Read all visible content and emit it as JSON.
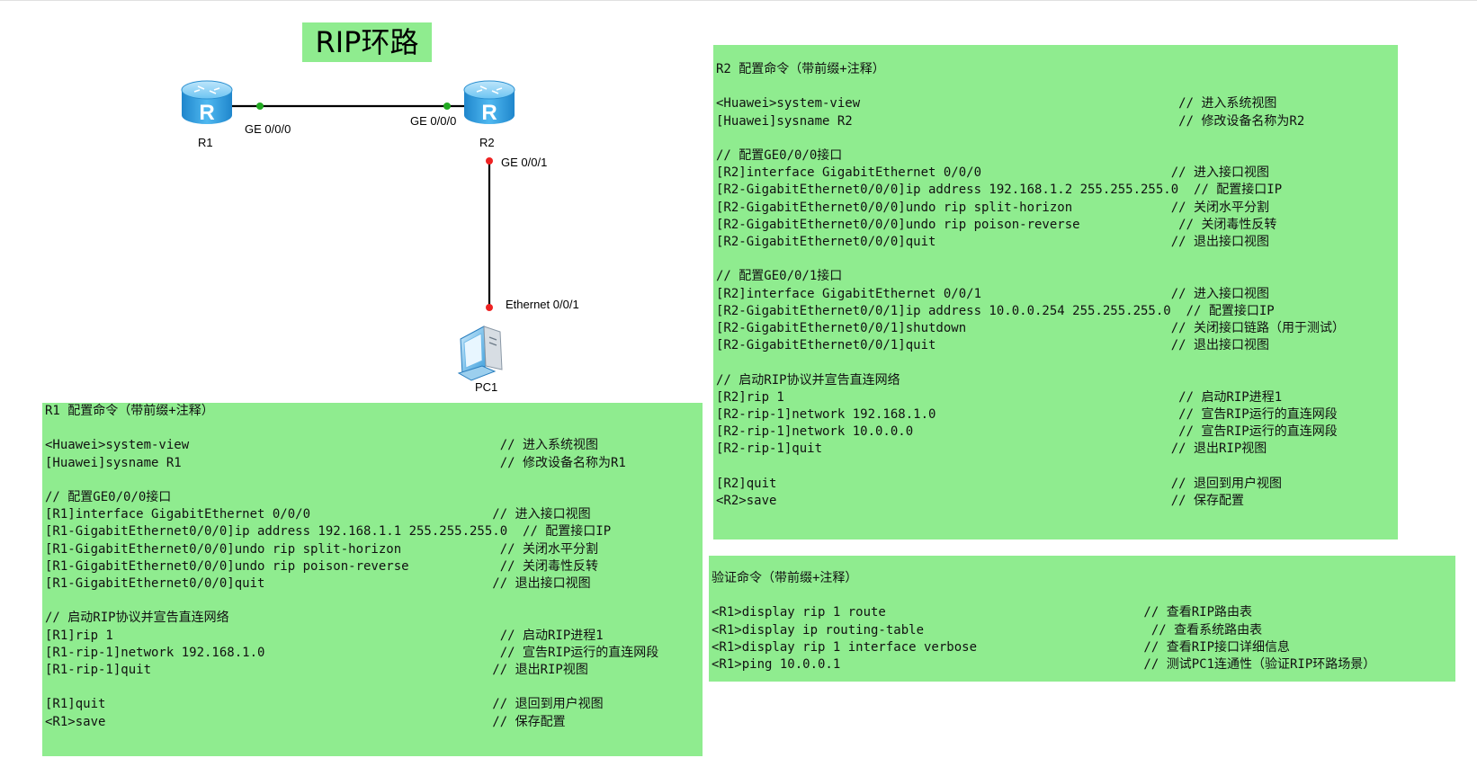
{
  "title": "RIP环路",
  "topology": {
    "devices": [
      {
        "name": "R1",
        "type": "router",
        "icon": "router-icon"
      },
      {
        "name": "R2",
        "type": "router",
        "icon": "router-icon"
      },
      {
        "name": "PC1",
        "type": "pc",
        "icon": "pc-icon"
      }
    ],
    "links": [
      {
        "from": "R1",
        "from_port": "GE 0/0/0",
        "to": "R2",
        "to_port": "GE 0/0/0",
        "status": "up"
      },
      {
        "from": "R2",
        "from_port": "GE 0/0/1",
        "to": "PC1",
        "to_port": "Ethernet 0/0/1",
        "status": "down"
      }
    ],
    "colors": {
      "up": "#22aa22",
      "down": "#ee2222",
      "link": "#000000",
      "router": "#2f9de0"
    }
  },
  "colors": {
    "panel_bg": "#8fec8f"
  },
  "r1_config": "R1 配置命令（带前缀+注释）\n\n<Huawei>system-view                                         // 进入系统视图\n[Huawei]sysname R1                                          // 修改设备名称为R1\n\n// 配置GE0/0/0接口\n[R1]interface GigabitEthernet 0/0/0                        // 进入接口视图\n[R1-GigabitEthernet0/0/0]ip address 192.168.1.1 255.255.255.0  // 配置接口IP\n[R1-GigabitEthernet0/0/0]undo rip split-horizon             // 关闭水平分割\n[R1-GigabitEthernet0/0/0]undo rip poison-reverse            // 关闭毒性反转\n[R1-GigabitEthernet0/0/0]quit                              // 退出接口视图\n\n// 启动RIP协议并宣告直连网络\n[R1]rip 1                                                   // 启动RIP进程1\n[R1-rip-1]network 192.168.1.0                               // 宣告RIP运行的直连网段\n[R1-rip-1]quit                                             // 退出RIP视图\n\n[R1]quit                                                   // 退回到用户视图\n<R1>save                                                   // 保存配置",
  "r2_config": "R2 配置命令（带前缀+注释）\n\n<Huawei>system-view                                          // 进入系统视图\n[Huawei]sysname R2                                           // 修改设备名称为R2\n\n// 配置GE0/0/0接口\n[R2]interface GigabitEthernet 0/0/0                         // 进入接口视图\n[R2-GigabitEthernet0/0/0]ip address 192.168.1.2 255.255.255.0  // 配置接口IP\n[R2-GigabitEthernet0/0/0]undo rip split-horizon             // 关闭水平分割\n[R2-GigabitEthernet0/0/0]undo rip poison-reverse             // 关闭毒性反转\n[R2-GigabitEthernet0/0/0]quit                               // 退出接口视图\n\n// 配置GE0/0/1接口\n[R2]interface GigabitEthernet 0/0/1                         // 进入接口视图\n[R2-GigabitEthernet0/0/1]ip address 10.0.0.254 255.255.255.0  // 配置接口IP\n[R2-GigabitEthernet0/0/1]shutdown                           // 关闭接口链路（用于测试）\n[R2-GigabitEthernet0/0/1]quit                               // 退出接口视图\n\n// 启动RIP协议并宣告直连网络\n[R2]rip 1                                                    // 启动RIP进程1\n[R2-rip-1]network 192.168.1.0                                // 宣告RIP运行的直连网段\n[R2-rip-1]network 10.0.0.0                                   // 宣告RIP运行的直连网段\n[R2-rip-1]quit                                              // 退出RIP视图\n\n[R2]quit                                                    // 退回到用户视图\n<R2>save                                                    // 保存配置",
  "verify": "验证命令（带前缀+注释）\n\n<R1>display rip 1 route                                  // 查看RIP路由表\n<R1>display ip routing-table                              // 查看系统路由表\n<R1>display rip 1 interface verbose                      // 查看RIP接口详细信息\n<R1>ping 10.0.0.1                                        // 测试PC1连通性（验证RIP环路场景）"
}
